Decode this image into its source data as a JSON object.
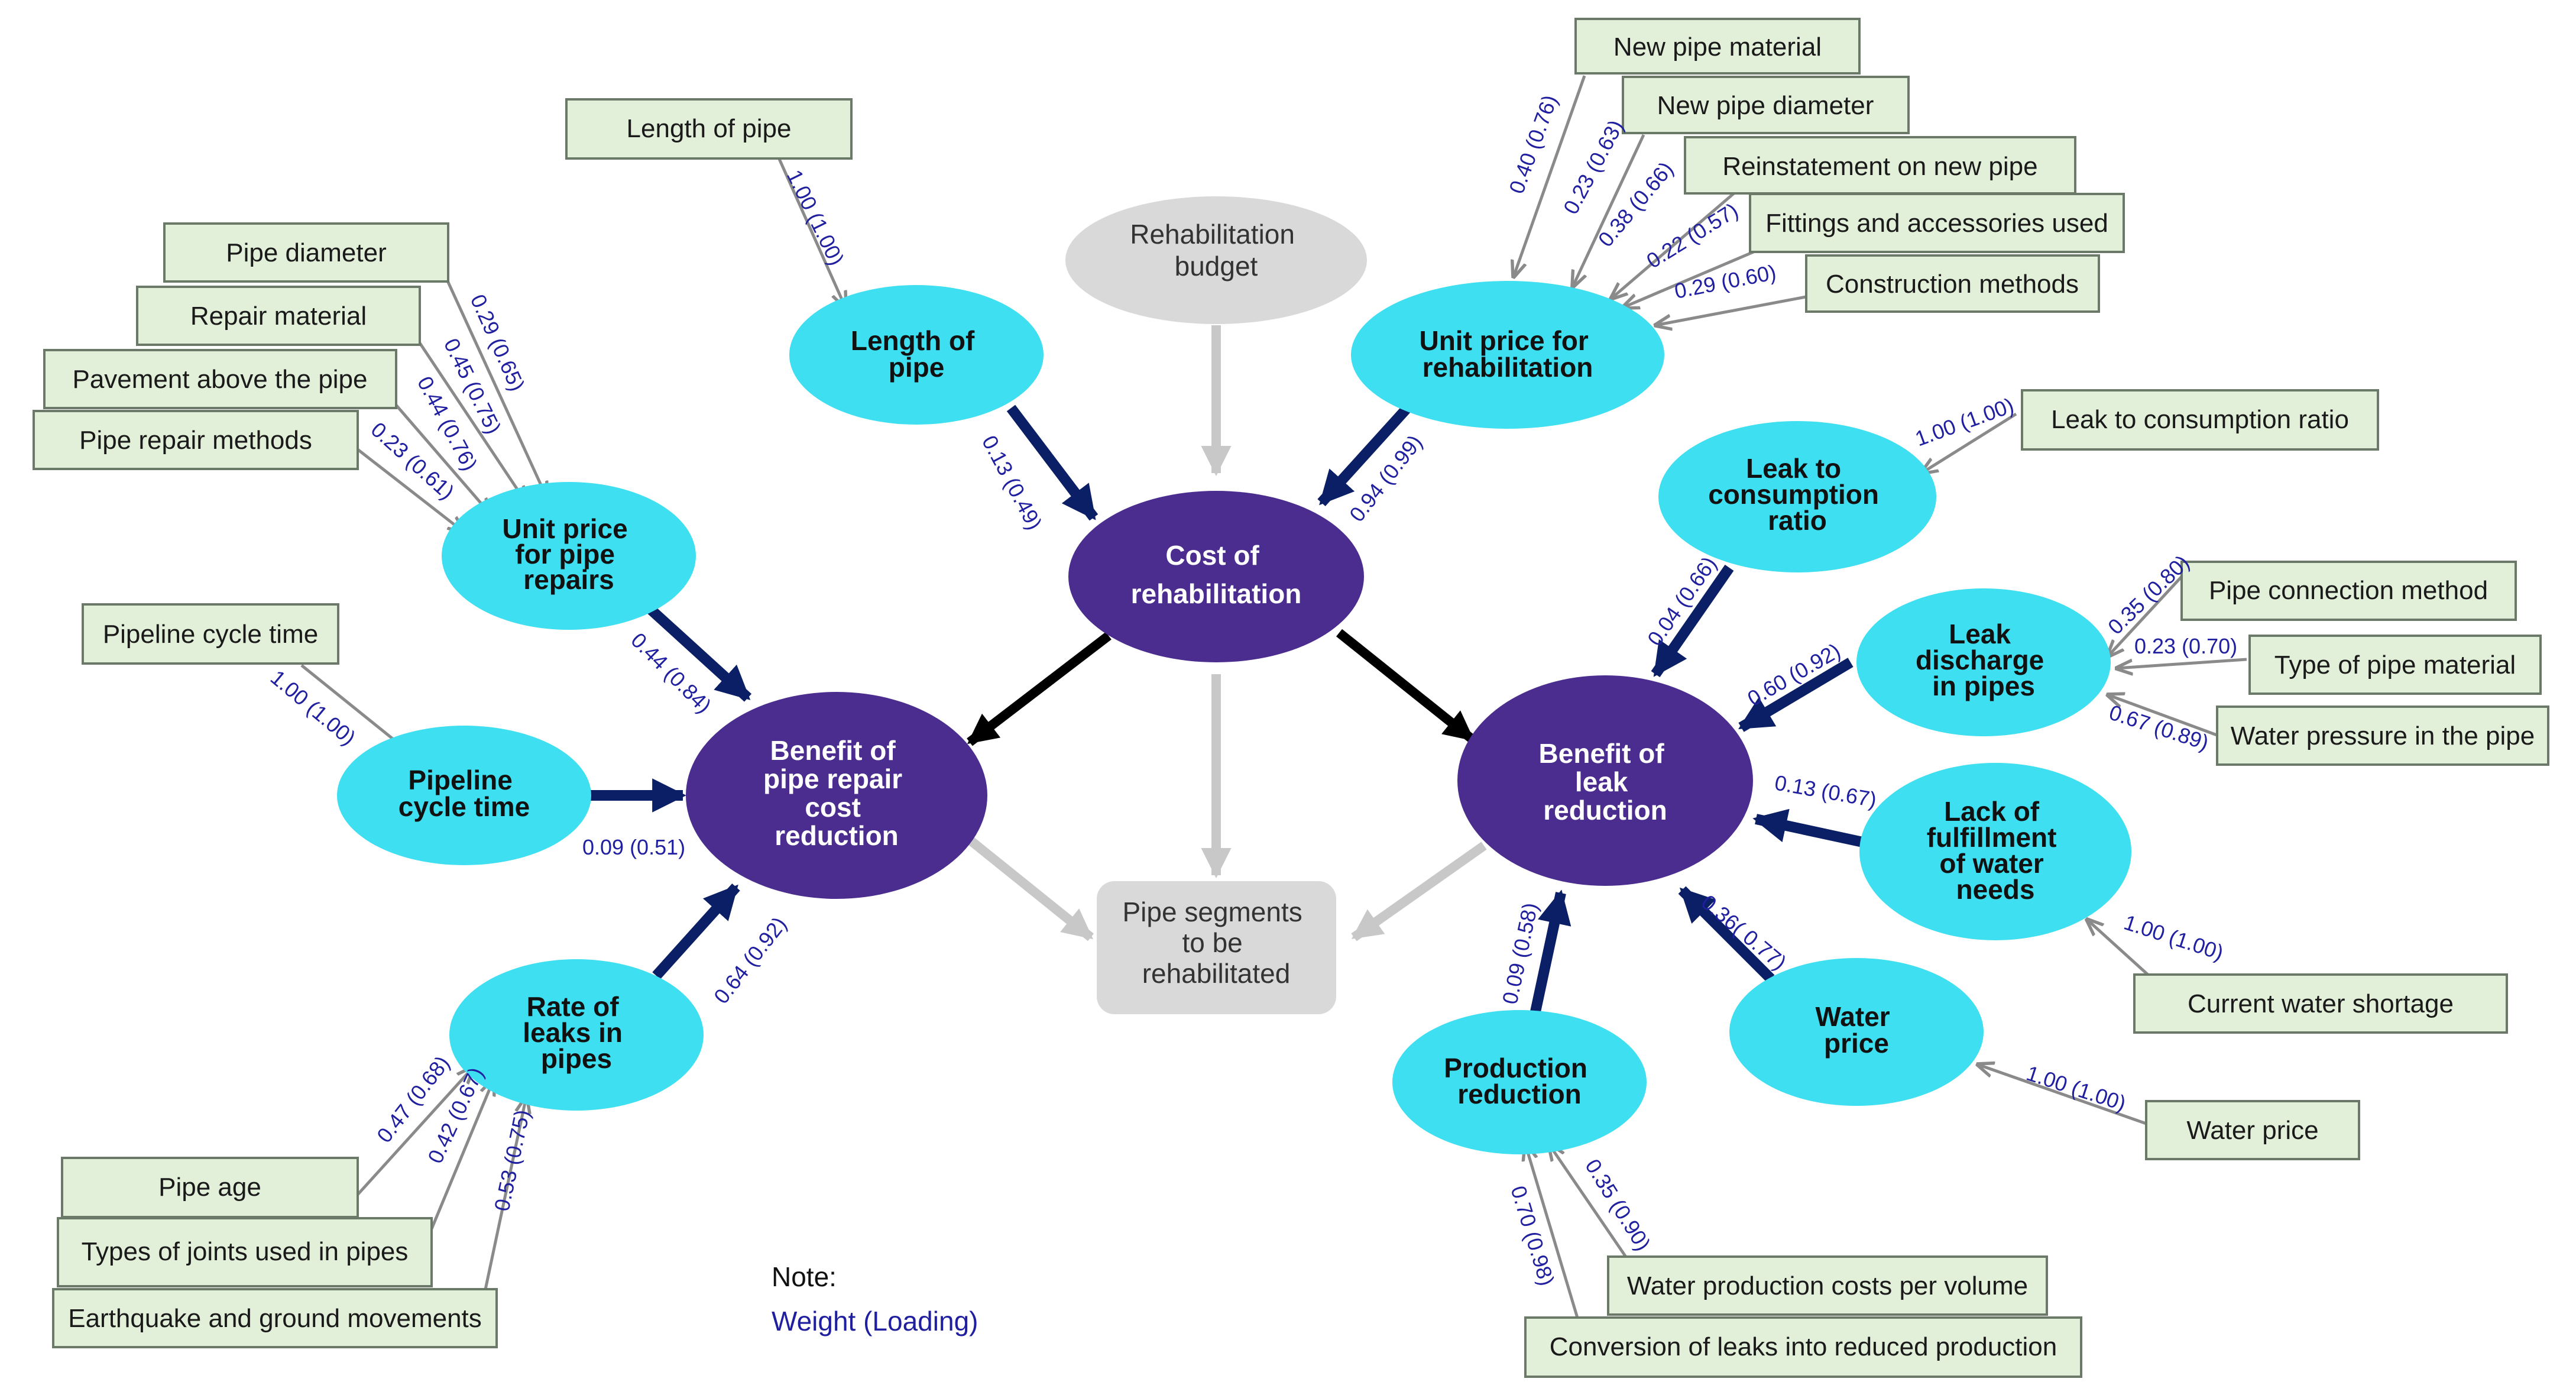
{
  "colors": {
    "light_node": "#3ddff0",
    "core_node": "#4b2d8f",
    "box_fill": "#e2efd9",
    "box_border": "#6b7a68",
    "budget_node": "#d9d9d9",
    "strong_arrow": "#0b1f66",
    "weak_arrow": "#8a8a8a",
    "grey_arrow": "#c8c8c8",
    "black_arrow": "#000000",
    "weight_text": "#1f1fa0"
  },
  "nodes": {
    "cost_rehab": [
      "Cost of",
      "rehabilitation"
    ],
    "benefit_repair": [
      "Benefit of",
      "pipe repair",
      "cost",
      "reduction"
    ],
    "benefit_leak": [
      "Benefit of",
      "leak",
      "reduction"
    ],
    "length_pipe": [
      "Length of",
      "pipe"
    ],
    "unit_price_rehab": [
      "Unit price for",
      "rehabilitation"
    ],
    "unit_price_repair": [
      "Unit price",
      "for pipe",
      "repairs"
    ],
    "pipeline_cycle": [
      "Pipeline",
      "cycle time"
    ],
    "rate_leaks": [
      "Rate of",
      "leaks in",
      "pipes"
    ],
    "leak_consumption": [
      "Leak to",
      "consumption",
      "ratio"
    ],
    "leak_discharge": [
      "Leak",
      "discharge",
      "in pipes"
    ],
    "lack_fulfillment": [
      "Lack of",
      "fulfillment",
      "of water",
      "needs"
    ],
    "water_price_node": [
      "Water",
      "price"
    ],
    "production_reduction": [
      "Production",
      "reduction"
    ],
    "rehab_budget": [
      "Rehabilitation",
      "budget"
    ],
    "pipe_segments": [
      "Pipe segments",
      "to be",
      "rehabilitated"
    ]
  },
  "indicators": {
    "length_of_pipe": "Length of pipe",
    "new_pipe_material": "New pipe material",
    "new_pipe_diameter": "New pipe diameter",
    "reinstatement": "Reinstatement on new pipe",
    "fittings": "Fittings and accessories used",
    "construction_methods": "Construction methods",
    "pipe_diameter": "Pipe diameter",
    "repair_material": "Repair material",
    "pavement": "Pavement above the pipe",
    "pipe_repair_methods": "Pipe repair methods",
    "pipeline_cycle_time": "Pipeline cycle time",
    "leak_to_consumption_ratio": "Leak to consumption ratio",
    "pipe_connection_method": "Pipe connection method",
    "type_pipe_material": "Type of pipe material",
    "water_pressure": "Water pressure in the pipe",
    "current_water_shortage": "Current water shortage",
    "water_price": "Water price",
    "pipe_age": "Pipe age",
    "joint_types": "Types of joints used in pipes",
    "earthquake": "Earthquake and ground movements",
    "water_production_costs": "Water production costs per volume",
    "conversion_leaks": "Conversion of leaks into reduced production"
  },
  "weights": {
    "length_pipe_ind": "1.00 (1.00)",
    "new_pipe_material": "0.40 (0.76)",
    "new_pipe_diameter": "0.23 (0.63)",
    "reinstatement": "0.38 (0.66)",
    "fittings": "0.22 (0.57)",
    "construction_methods": "0.29 (0.60)",
    "pipe_diameter": "0.29 (0.65)",
    "repair_material": "0.45 (0.75)",
    "pavement": "0.44 (0.76)",
    "pipe_repair_methods": "0.23 (0.61)",
    "pipeline_cycle_ind": "1.00 (1.00)",
    "length_to_cost": "0.13 (0.49)",
    "unit_rehab_to_cost": "0.94 (0.99)",
    "unit_repair_to_benefit": "0.44 (0.84)",
    "cycle_to_benefit": "0.09 (0.51)",
    "rate_to_benefit": "0.64 (0.92)",
    "pipe_age": "0.47 (0.68)",
    "joint_types": "0.42 (0.67)",
    "earthquake": "0.53 (0.75)",
    "leak_ratio_ind": "1.00 (1.00)",
    "leak_ratio_to_benefit": "0.04 (0.66)",
    "pipe_connection": "0.35 (0.80)",
    "pipe_material_type": "0.23 (0.70)",
    "water_pressure": "0.67 (0.89)",
    "discharge_to_benefit": "0.60 (0.92)",
    "lack_to_benefit": "0.13 (0.67)",
    "water_shortage": "1.00 (1.00)",
    "price_to_benefit": "0.36( 0.77)",
    "water_price_ind": "1.00 (1.00)",
    "production_to_benefit": "0.09 (0.58)",
    "production_costs": "0.35 (0.90)",
    "conversion_leaks": "0.70 (0.98)"
  },
  "note": {
    "title": "Note:",
    "legend": "Weight (Loading)"
  }
}
